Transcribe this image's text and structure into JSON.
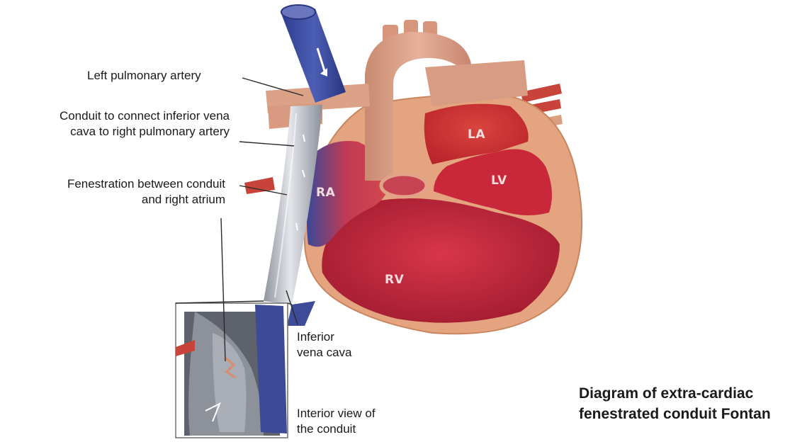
{
  "labels": {
    "left_pulmonary_artery": "Left pulmonary artery",
    "conduit_line1": "Conduit to connect inferior vena",
    "conduit_line2": "cava to right pulmonary artery",
    "fenestration_line1": "Fenestration between conduit",
    "fenestration_line2": "and right atrium",
    "ivc_line1": "Inferior",
    "ivc_line2": "vena cava",
    "interior_line1": "Interior view of",
    "interior_line2": "the conduit"
  },
  "chambers": {
    "la": "LA",
    "lv": "LV",
    "ra": "RA",
    "rv": "RV"
  },
  "title": {
    "line1": "Diagram of extra-cardiac",
    "line2": "fenestrated conduit Fontan"
  },
  "colors": {
    "heart_wall": "#e3a47f",
    "chamber_red": "#c8283a",
    "deoxygenated_blue": "#3f4d9c",
    "conduit_gray": "#b9bcc4",
    "aorta_tan": "#dc9f86"
  }
}
